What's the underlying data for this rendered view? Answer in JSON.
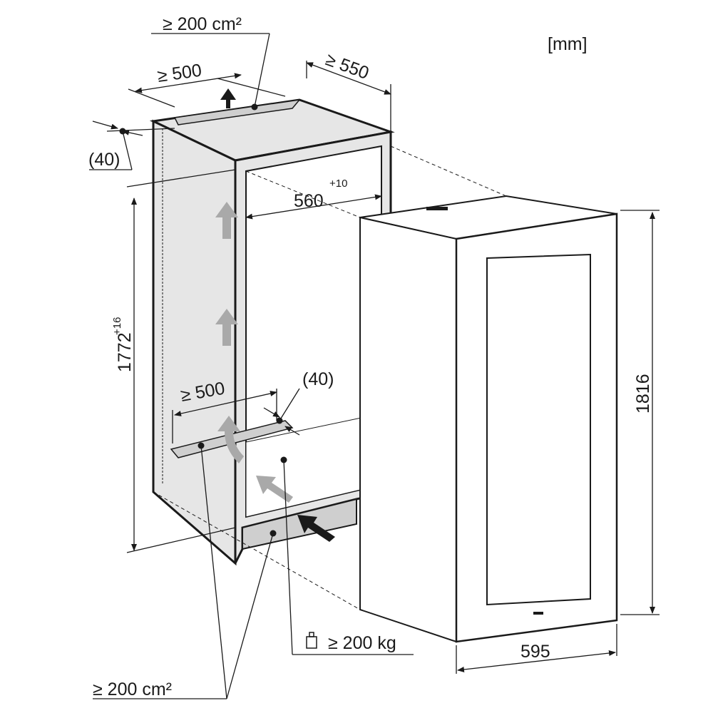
{
  "unit_label": "[mm]",
  "top": {
    "vent_area": "≥ 200 cm²",
    "depth": "≥ 550",
    "vent_width": "≥ 500",
    "vent_gap": "(40)"
  },
  "niche": {
    "width": "560",
    "width_tolerance": "+10",
    "height": "1772",
    "height_tolerance": "+16",
    "bottom_vent_width": "≥ 500",
    "bottom_vent_gap": "(40)",
    "floor_load": "≥ 200 kg",
    "bottom_vent_area": "≥ 200 cm²"
  },
  "appliance": {
    "height": "1816",
    "width": "595"
  },
  "colors": {
    "line": "#1a1a1a",
    "panel": "#e6e6e6",
    "arrow": "#a9a9a9"
  }
}
